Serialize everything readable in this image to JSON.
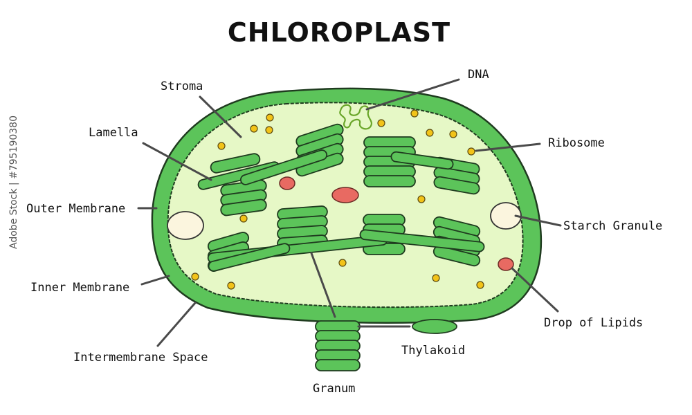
{
  "title": "CHLOROPLAST",
  "watermark": "Adobe Stock | #795190380",
  "labels": {
    "stroma": "Stroma",
    "dna": "DNA",
    "lamella": "Lamella",
    "ribosome": "Ribosome",
    "outer_membrane": "Outer Membrane",
    "starch_granule": "Starch Granule",
    "inner_membrane": "Inner Membrane",
    "drop_of_lipids": "Drop of Lipids",
    "intermembrane_space": "Intermembrane Space",
    "thylakoid": "Thylakoid",
    "granum": "Granum"
  },
  "colors": {
    "outer_membrane": "#5cc45a",
    "stroma": "#e6f8c6",
    "thylakoid": "#5cc45a",
    "ribosome": "#f2c318",
    "lipid": "#e86a62",
    "starch": "#fbf5de"
  }
}
